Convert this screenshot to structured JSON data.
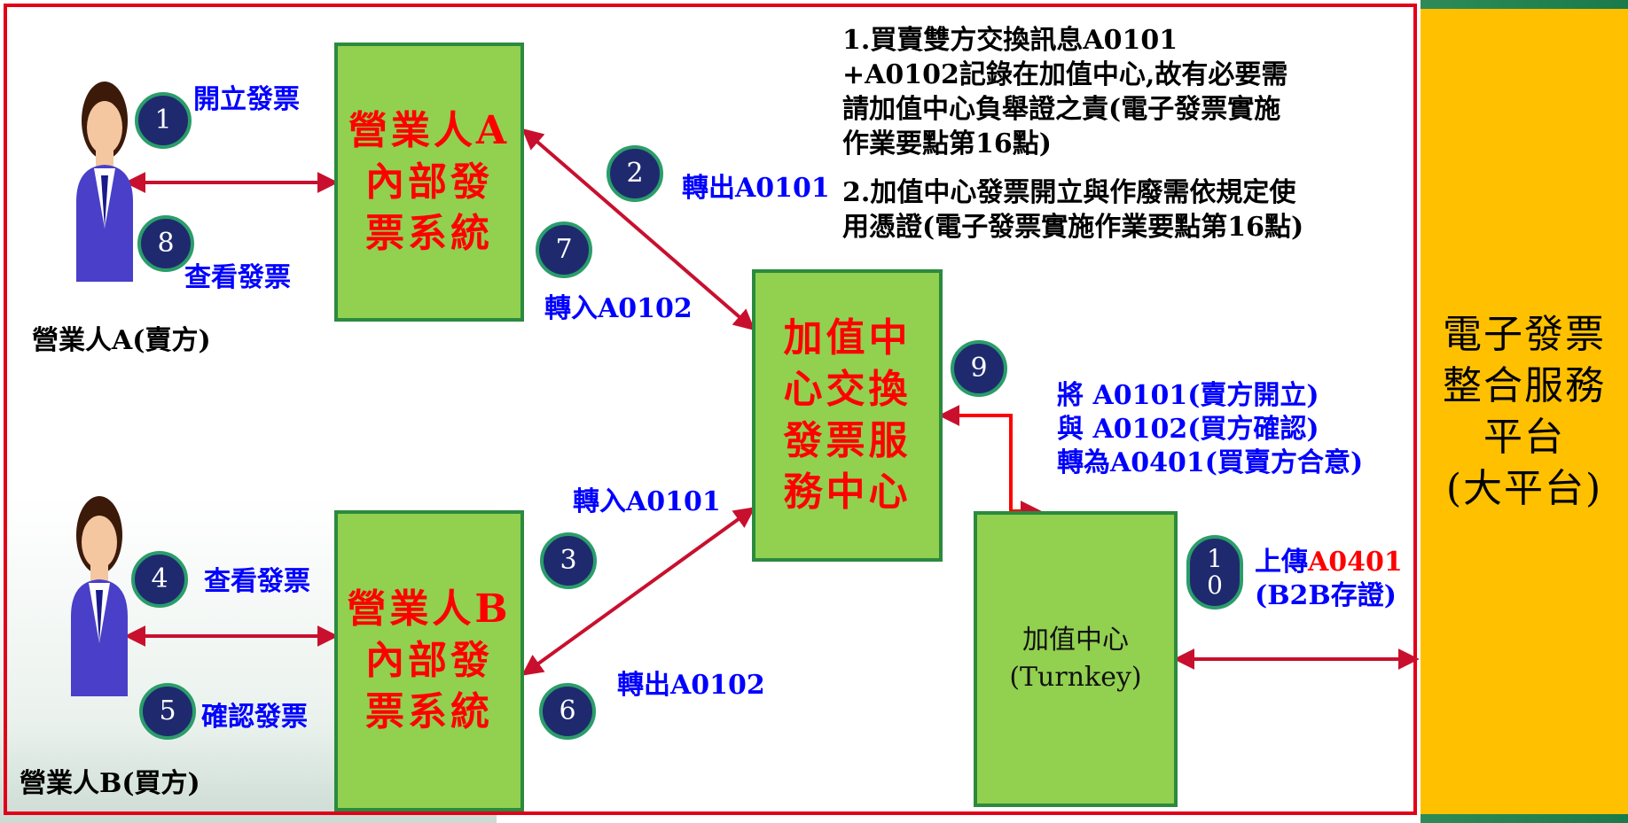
{
  "colors": {
    "frame": "#e1001a",
    "box_fill": "#92d050",
    "box_border": "#2b8a3e",
    "platform": "#ffc000",
    "step_circle": "#1f2a6e",
    "arrow": "#c8102e",
    "label_blue": "#0000ff",
    "title_red": "#ff0000"
  },
  "seller": {
    "name": "營業人A(賣方)",
    "system": [
      "營業人A",
      "內部發",
      "票系統"
    ]
  },
  "buyer": {
    "name": "營業人B(買方)",
    "system": [
      "營業人B",
      "內部發",
      "票系統"
    ]
  },
  "vac_exchange": [
    "加值中",
    "心交換",
    "發票服",
    "務中心"
  ],
  "turnkey": [
    "加值中心",
    "(Turnkey)"
  ],
  "platform": [
    "電子發票",
    "整合服務",
    "平台",
    "(大平台)"
  ],
  "steps": {
    "s1": {
      "num": "1",
      "label": "開立發票"
    },
    "s2": {
      "num": "2",
      "label": "轉出A0101"
    },
    "s3": {
      "num": "3",
      "label": "轉入A0101"
    },
    "s4": {
      "num": "4",
      "label": "查看發票"
    },
    "s5": {
      "num": "5",
      "label": "確認發票"
    },
    "s6": {
      "num": "6",
      "label": "轉出A0102"
    },
    "s7": {
      "num": "7",
      "label": "轉入A0102"
    },
    "s8": {
      "num": "8",
      "label": "查看發票"
    },
    "s9": {
      "num": "9",
      "lines": [
        "將 A0101(賣方開立)",
        "與 A0102(買方確認)",
        "轉為A0401(買賣方合意)"
      ]
    },
    "s10": {
      "num_top": "1",
      "num_bottom": "0",
      "label_prefix": "上傳",
      "label_code": "A0401",
      "label_line2": "(B2B存證)"
    }
  },
  "notes": [
    "1.買賣雙方交換訊息A0101",
    "+A0102記錄在加值中心,故有必要需",
    "請加值中心負舉證之責(電子發票實施",
    "作業要點第16點)",
    "2.加值中心發票開立與作廢需依規定使",
    "用憑證(電子發票實施作業要點第16點)"
  ],
  "icons": {
    "seller_avatar": "person-icon",
    "buyer_avatar": "person-icon"
  }
}
